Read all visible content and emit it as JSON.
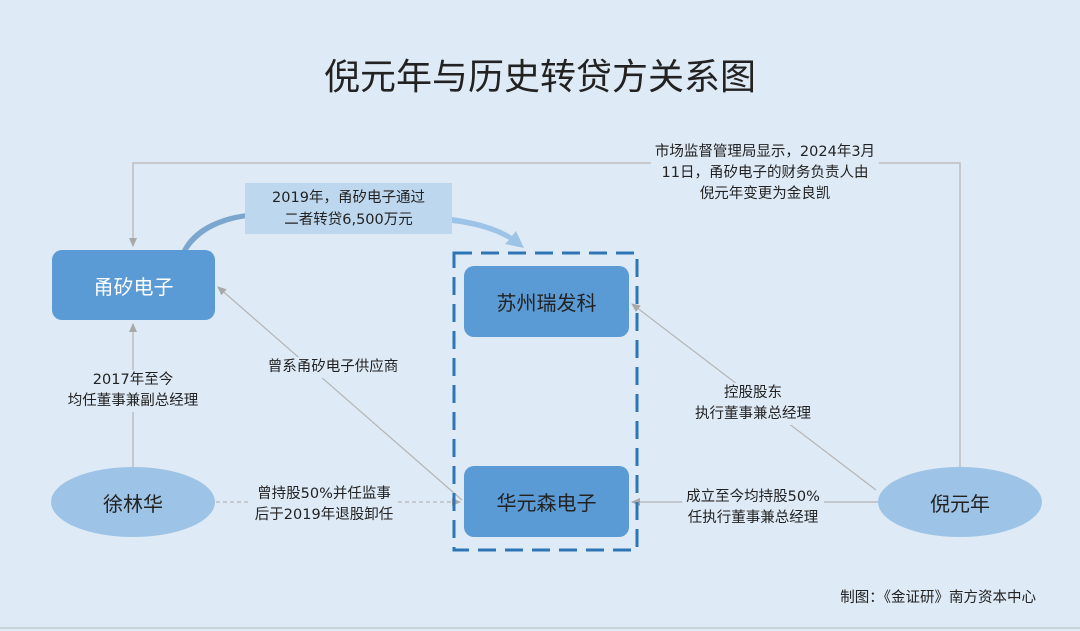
{
  "title": "倪元年与历史转贷方关系图",
  "nodes": {
    "yongxi": "甬矽电子",
    "suzhou": "苏州瑞发科",
    "huayuansen": "华元森电子",
    "xulinhua": "徐林华",
    "niyuannian": "倪元年"
  },
  "edges": {
    "loan": [
      "2019年，甬矽电子通过",
      "二者转贷6,500万元"
    ],
    "market_bureau": [
      "市场监督管理局显示，2024年3月",
      "11日，甬矽电子的财务负责人由",
      "倪元年变更为金良凯"
    ],
    "xu_to_yongxi": [
      "2017年至今",
      "均任董事兼副总经理"
    ],
    "supplier": [
      "曾系甬矽电子供应商"
    ],
    "xu_to_hys": [
      "曾持股50%并任监事",
      "后于2019年退股卸任"
    ],
    "ni_to_suzhou": [
      "控股股东",
      "执行董事兼总经理"
    ],
    "ni_to_hys": [
      "成立至今均持股50%",
      "任执行董事兼总经理"
    ]
  },
  "footer": "制图：《金证研》南方资本中心",
  "colors": {
    "background": "#deeaf5",
    "box": "#5b9bd5",
    "ellipse": "#9dc3e6",
    "dashed_group": "#2e75b6",
    "line": "#b0b0b0"
  }
}
